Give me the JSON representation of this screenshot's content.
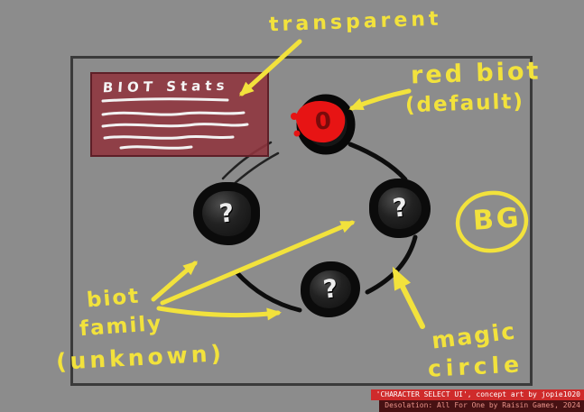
{
  "colors": {
    "background_gray": "#8c8c8c",
    "annotation_yellow": "#f2e23c",
    "biot_red": "#e71414",
    "panel_maroon": "#8f343e",
    "credit_red": "#cf2b2b"
  },
  "stats_panel": {
    "title": "BIOT Stats"
  },
  "characters": {
    "selected_glyph": "0",
    "unknown_glyph": "?"
  },
  "annotations": {
    "transparent": "transparent",
    "red_biot_line1": "red biot",
    "red_biot_line2": "(default)",
    "bg": "BG",
    "family_line1": "biot",
    "family_line2": "family",
    "family_line3": "(unknown)",
    "magic_line1": "magic",
    "magic_line2": "circle"
  },
  "credit": {
    "line1": "'CHARACTER SELECT UI', concept art by jopie1020",
    "line2": "Desolation: All For One by Raisin Games, 2024"
  }
}
